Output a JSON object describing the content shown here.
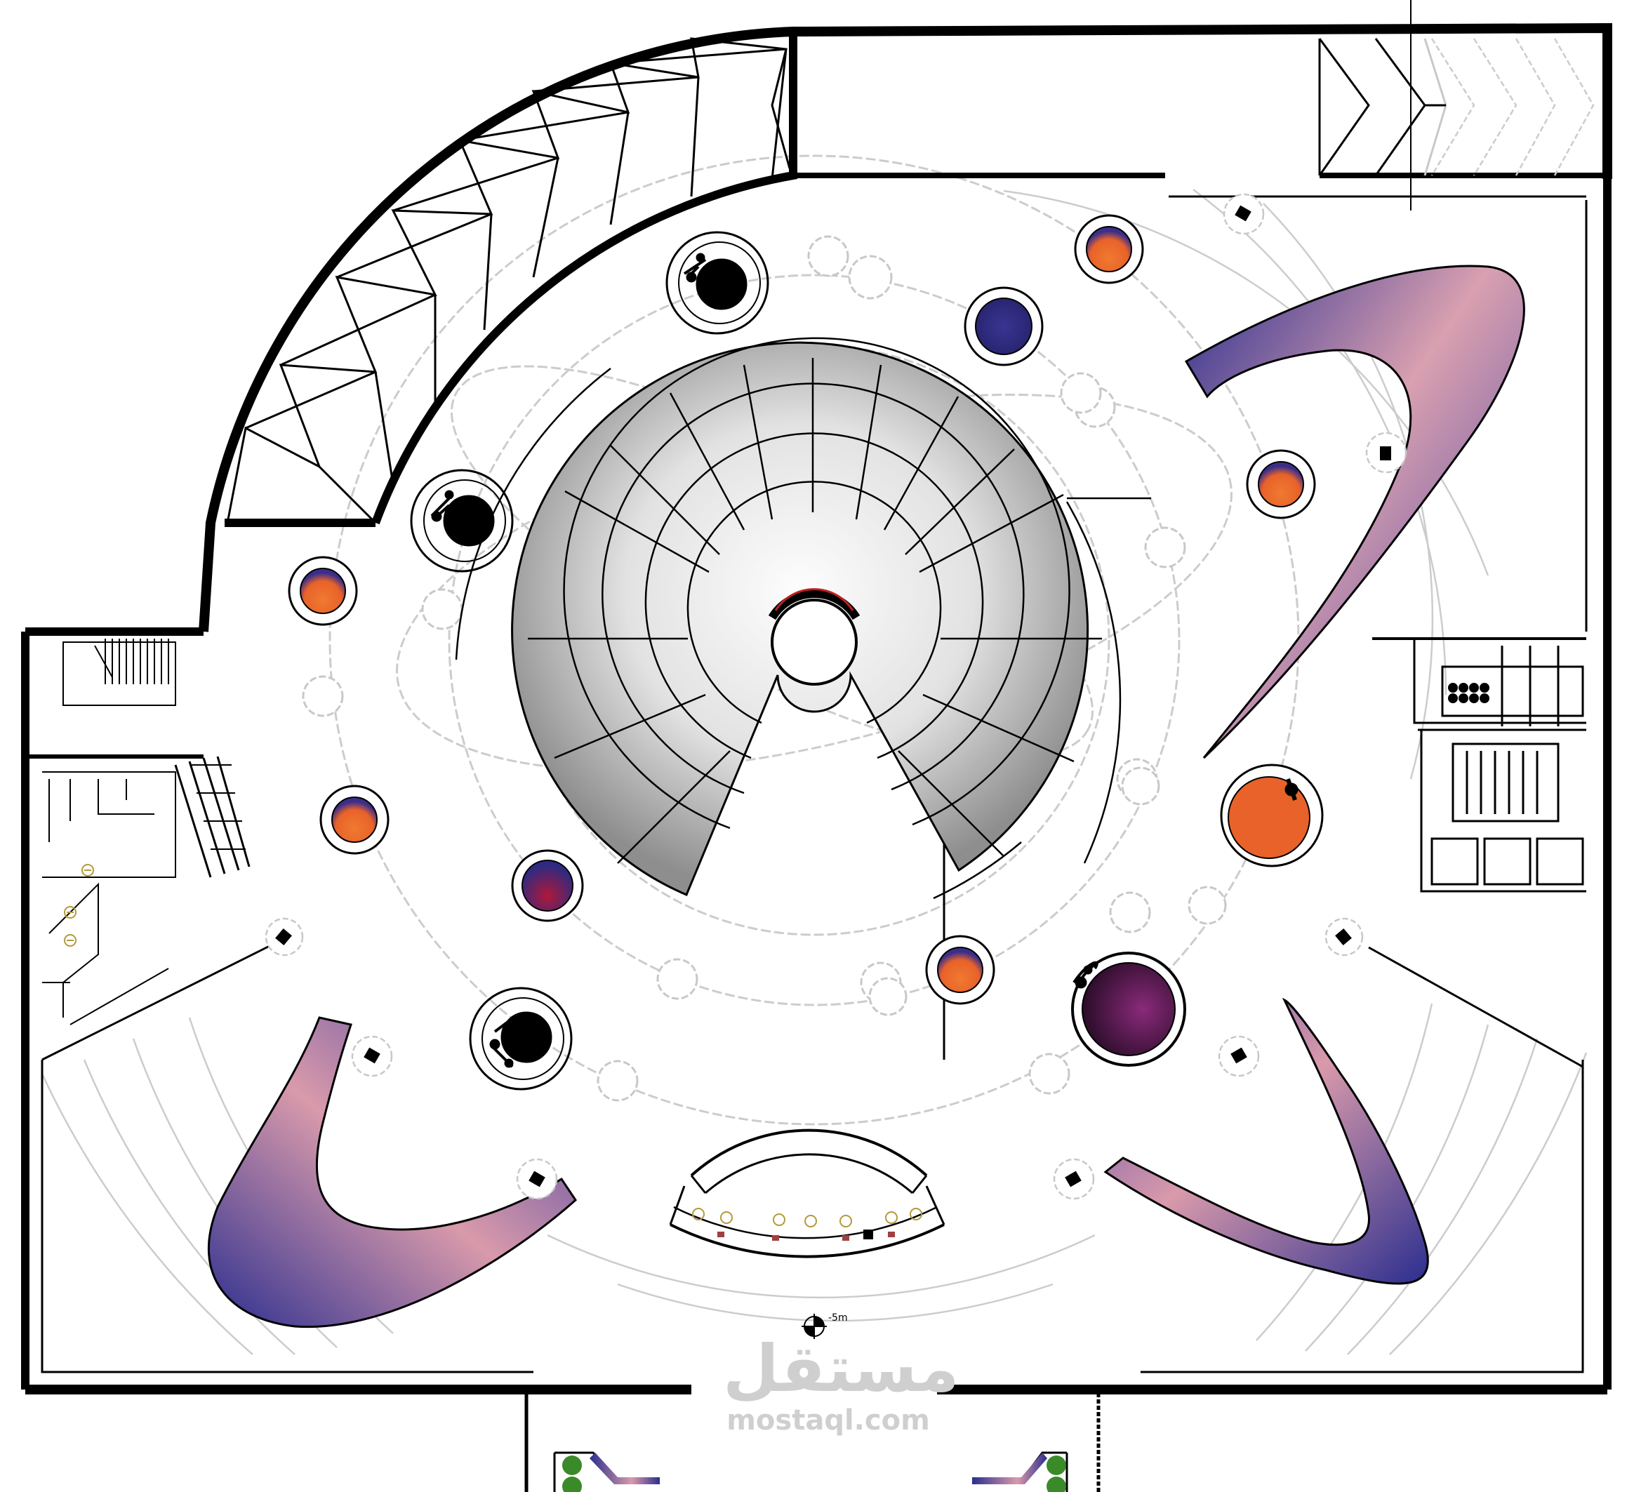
{
  "drawing": {
    "level_marker": "-5m",
    "watermark_logo": "مستقل",
    "watermark_site": "mostaql.com"
  },
  "colors": {
    "wall": "#000000",
    "guide": "#c8c8c8",
    "planet_orange": "#e8622a",
    "planet_navy": "#2e2a7a",
    "planet_purple": "#4a1a4a",
    "crescent_pink": "#d99aab",
    "crescent_blue": "#2b2e8f",
    "dome_light": "#f2f2f2",
    "dome_dark": "#9a9a9a",
    "plant": "#3a8a2a"
  },
  "icons": [
    "planet-icon",
    "telescope-icon",
    "level-marker-icon",
    "plant-icon",
    "chair-icon"
  ]
}
